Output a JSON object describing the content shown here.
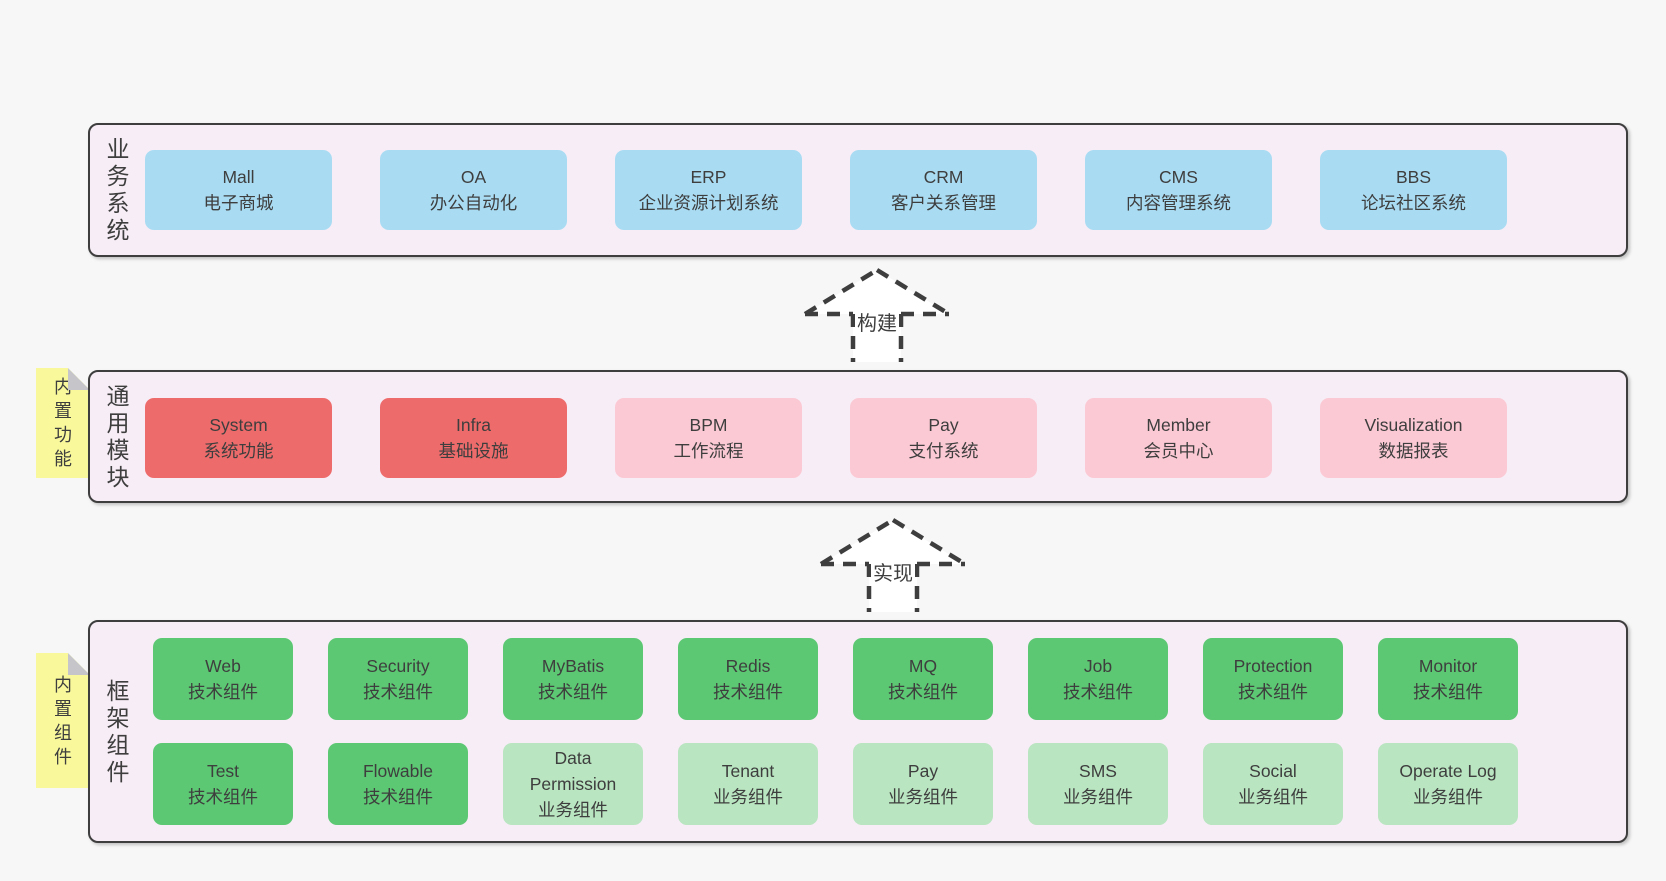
{
  "palette": {
    "page_background": "#f7f7f7",
    "panel_background": "#f7edf6",
    "panel_border": "#3e3e3e",
    "box_blue": "#a9dcf3",
    "box_red": "#ee6b6b",
    "box_pink": "#fbc9d4",
    "box_green": "#5cc873",
    "box_green_light": "#b9e5c0",
    "sticky_yellow": "#f9f99c",
    "sticky_fold_gray": "#c6c6ca",
    "text": "#3e3e3e"
  },
  "sections": [
    {
      "label": "业务系统",
      "items": [
        {
          "name": "Mall",
          "subtitle": "电子商城",
          "variant": "blue"
        },
        {
          "name": "OA",
          "subtitle": "办公自动化",
          "variant": "blue"
        },
        {
          "name": "ERP",
          "subtitle": "企业资源计划系统",
          "variant": "blue"
        },
        {
          "name": "CRM",
          "subtitle": "客户关系管理",
          "variant": "blue"
        },
        {
          "name": "CMS",
          "subtitle": "内容管理系统",
          "variant": "blue"
        },
        {
          "name": "BBS",
          "subtitle": "论坛社区系统",
          "variant": "blue"
        }
      ]
    },
    {
      "label": "通用模块",
      "sticky": "内置功能",
      "items": [
        {
          "name": "System",
          "subtitle": "系统功能",
          "variant": "red"
        },
        {
          "name": "Infra",
          "subtitle": "基础设施",
          "variant": "red"
        },
        {
          "name": "BPM",
          "subtitle": "工作流程",
          "variant": "pink"
        },
        {
          "name": "Pay",
          "subtitle": "支付系统",
          "variant": "pink"
        },
        {
          "name": "Member",
          "subtitle": "会员中心",
          "variant": "pink"
        },
        {
          "name": "Visualization",
          "subtitle": "数据报表",
          "variant": "pink"
        }
      ]
    },
    {
      "label": "框架组件",
      "sticky": "内置组件",
      "items": [
        {
          "name": "Web",
          "subtitle": "技术组件",
          "variant": "green"
        },
        {
          "name": "Security",
          "subtitle": "技术组件",
          "variant": "green"
        },
        {
          "name": "MyBatis",
          "subtitle": "技术组件",
          "variant": "green"
        },
        {
          "name": "Redis",
          "subtitle": "技术组件",
          "variant": "green"
        },
        {
          "name": "MQ",
          "subtitle": "技术组件",
          "variant": "green"
        },
        {
          "name": "Job",
          "subtitle": "技术组件",
          "variant": "green"
        },
        {
          "name": "Protection",
          "subtitle": "技术组件",
          "variant": "green"
        },
        {
          "name": "Monitor",
          "subtitle": "技术组件",
          "variant": "green"
        },
        {
          "name": "Test",
          "subtitle": "技术组件",
          "variant": "green"
        },
        {
          "name": "Flowable",
          "subtitle": "技术组件",
          "variant": "green"
        },
        {
          "name": "Data Permission",
          "subtitle": "业务组件",
          "variant": "green-light"
        },
        {
          "name": "Tenant",
          "subtitle": "业务组件",
          "variant": "green-light"
        },
        {
          "name": "Pay",
          "subtitle": "业务组件",
          "variant": "green-light"
        },
        {
          "name": "SMS",
          "subtitle": "业务组件",
          "variant": "green-light"
        },
        {
          "name": "Social",
          "subtitle": "业务组件",
          "variant": "green-light"
        },
        {
          "name": "Operate Log",
          "subtitle": "业务组件",
          "variant": "green-light"
        }
      ]
    }
  ],
  "arrows": [
    {
      "label": "构建"
    },
    {
      "label": "实现"
    }
  ]
}
